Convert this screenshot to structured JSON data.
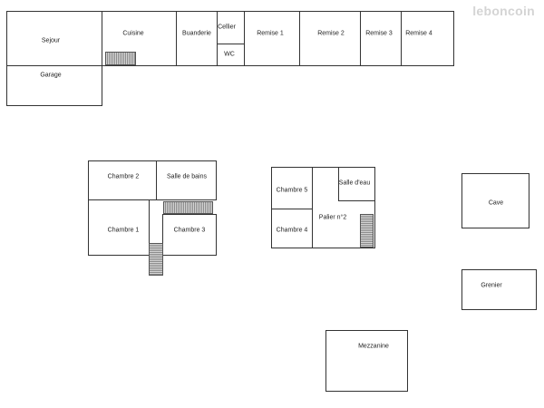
{
  "watermark": "leboncoin",
  "rooms": {
    "sejour": "Sejour",
    "cuisine": "Cuisine",
    "buanderie": "Buanderie",
    "cellier": "Cellier",
    "wc": "WC",
    "remise1": "Remise 1",
    "remise2": "Remise 2",
    "remise3": "Remise 3",
    "remise4": "Remise 4",
    "garage": "Garage",
    "chambre2": "Chambre 2",
    "salle_de_bains": "Salle de bains",
    "chambre1": "Chambre 1",
    "chambre3": "Chambre 3",
    "chambre5": "Chambre 5",
    "salle_deau": "Salle d'eau",
    "palier2": "Palier n°2",
    "chambre4": "Chambre 4",
    "cave": "Cave",
    "grenier": "Grenier",
    "mezzanine": "Mezzanine"
  }
}
